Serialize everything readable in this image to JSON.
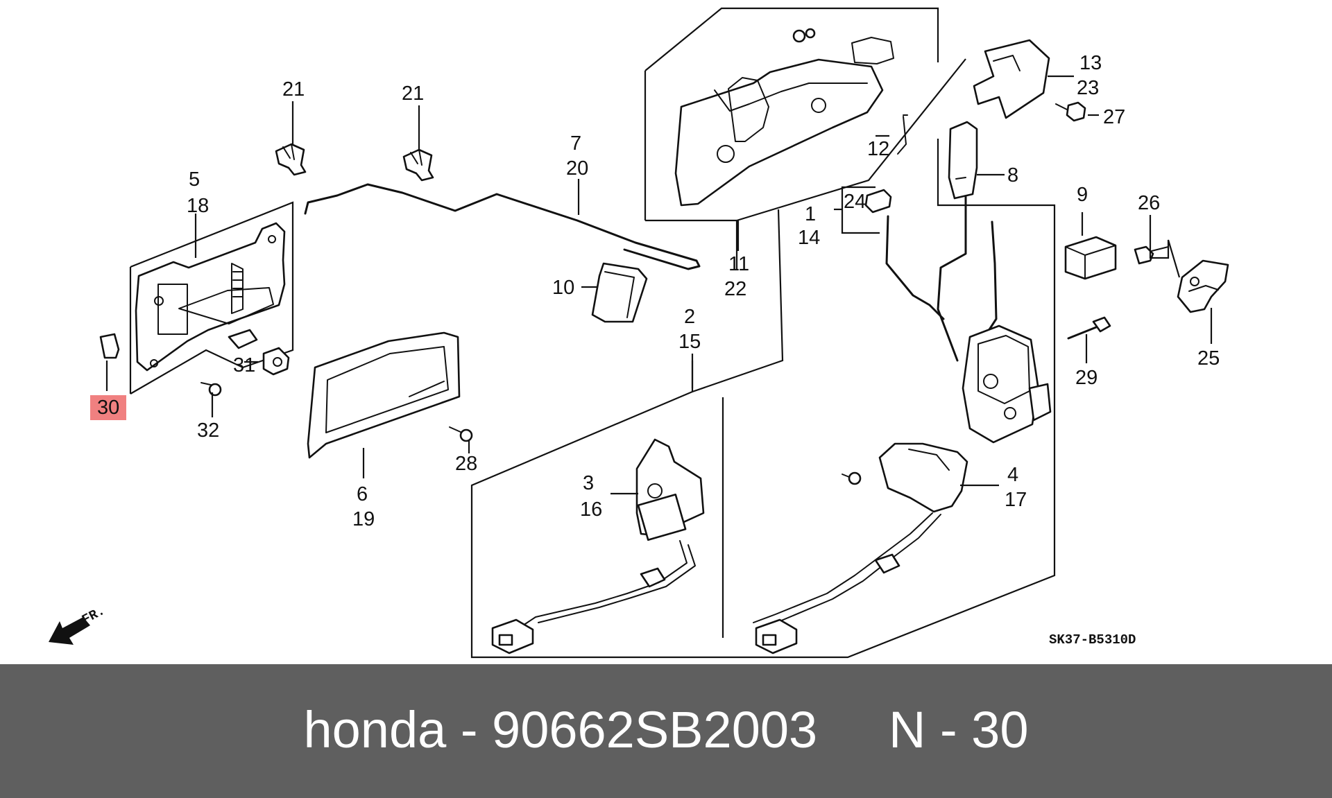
{
  "diagram": {
    "highlight_color": "#f08080",
    "highlighted_callout": "30",
    "drawing_code": "SK37-B5310D",
    "direction_label": "FR.",
    "callouts": [
      "21",
      "21",
      "5",
      "18",
      "30",
      "31",
      "32",
      "7",
      "20",
      "10",
      "6",
      "19",
      "28",
      "2",
      "15",
      "3",
      "16",
      "1",
      "14",
      "24",
      "11",
      "22",
      "12",
      "13",
      "23",
      "27",
      "8",
      "4",
      "17",
      "9",
      "26",
      "25",
      "29"
    ]
  },
  "footer": {
    "brand": "honda",
    "part_number": "90662SB2003",
    "callout_label": "N - 30",
    "background": "#5f5f5f"
  }
}
